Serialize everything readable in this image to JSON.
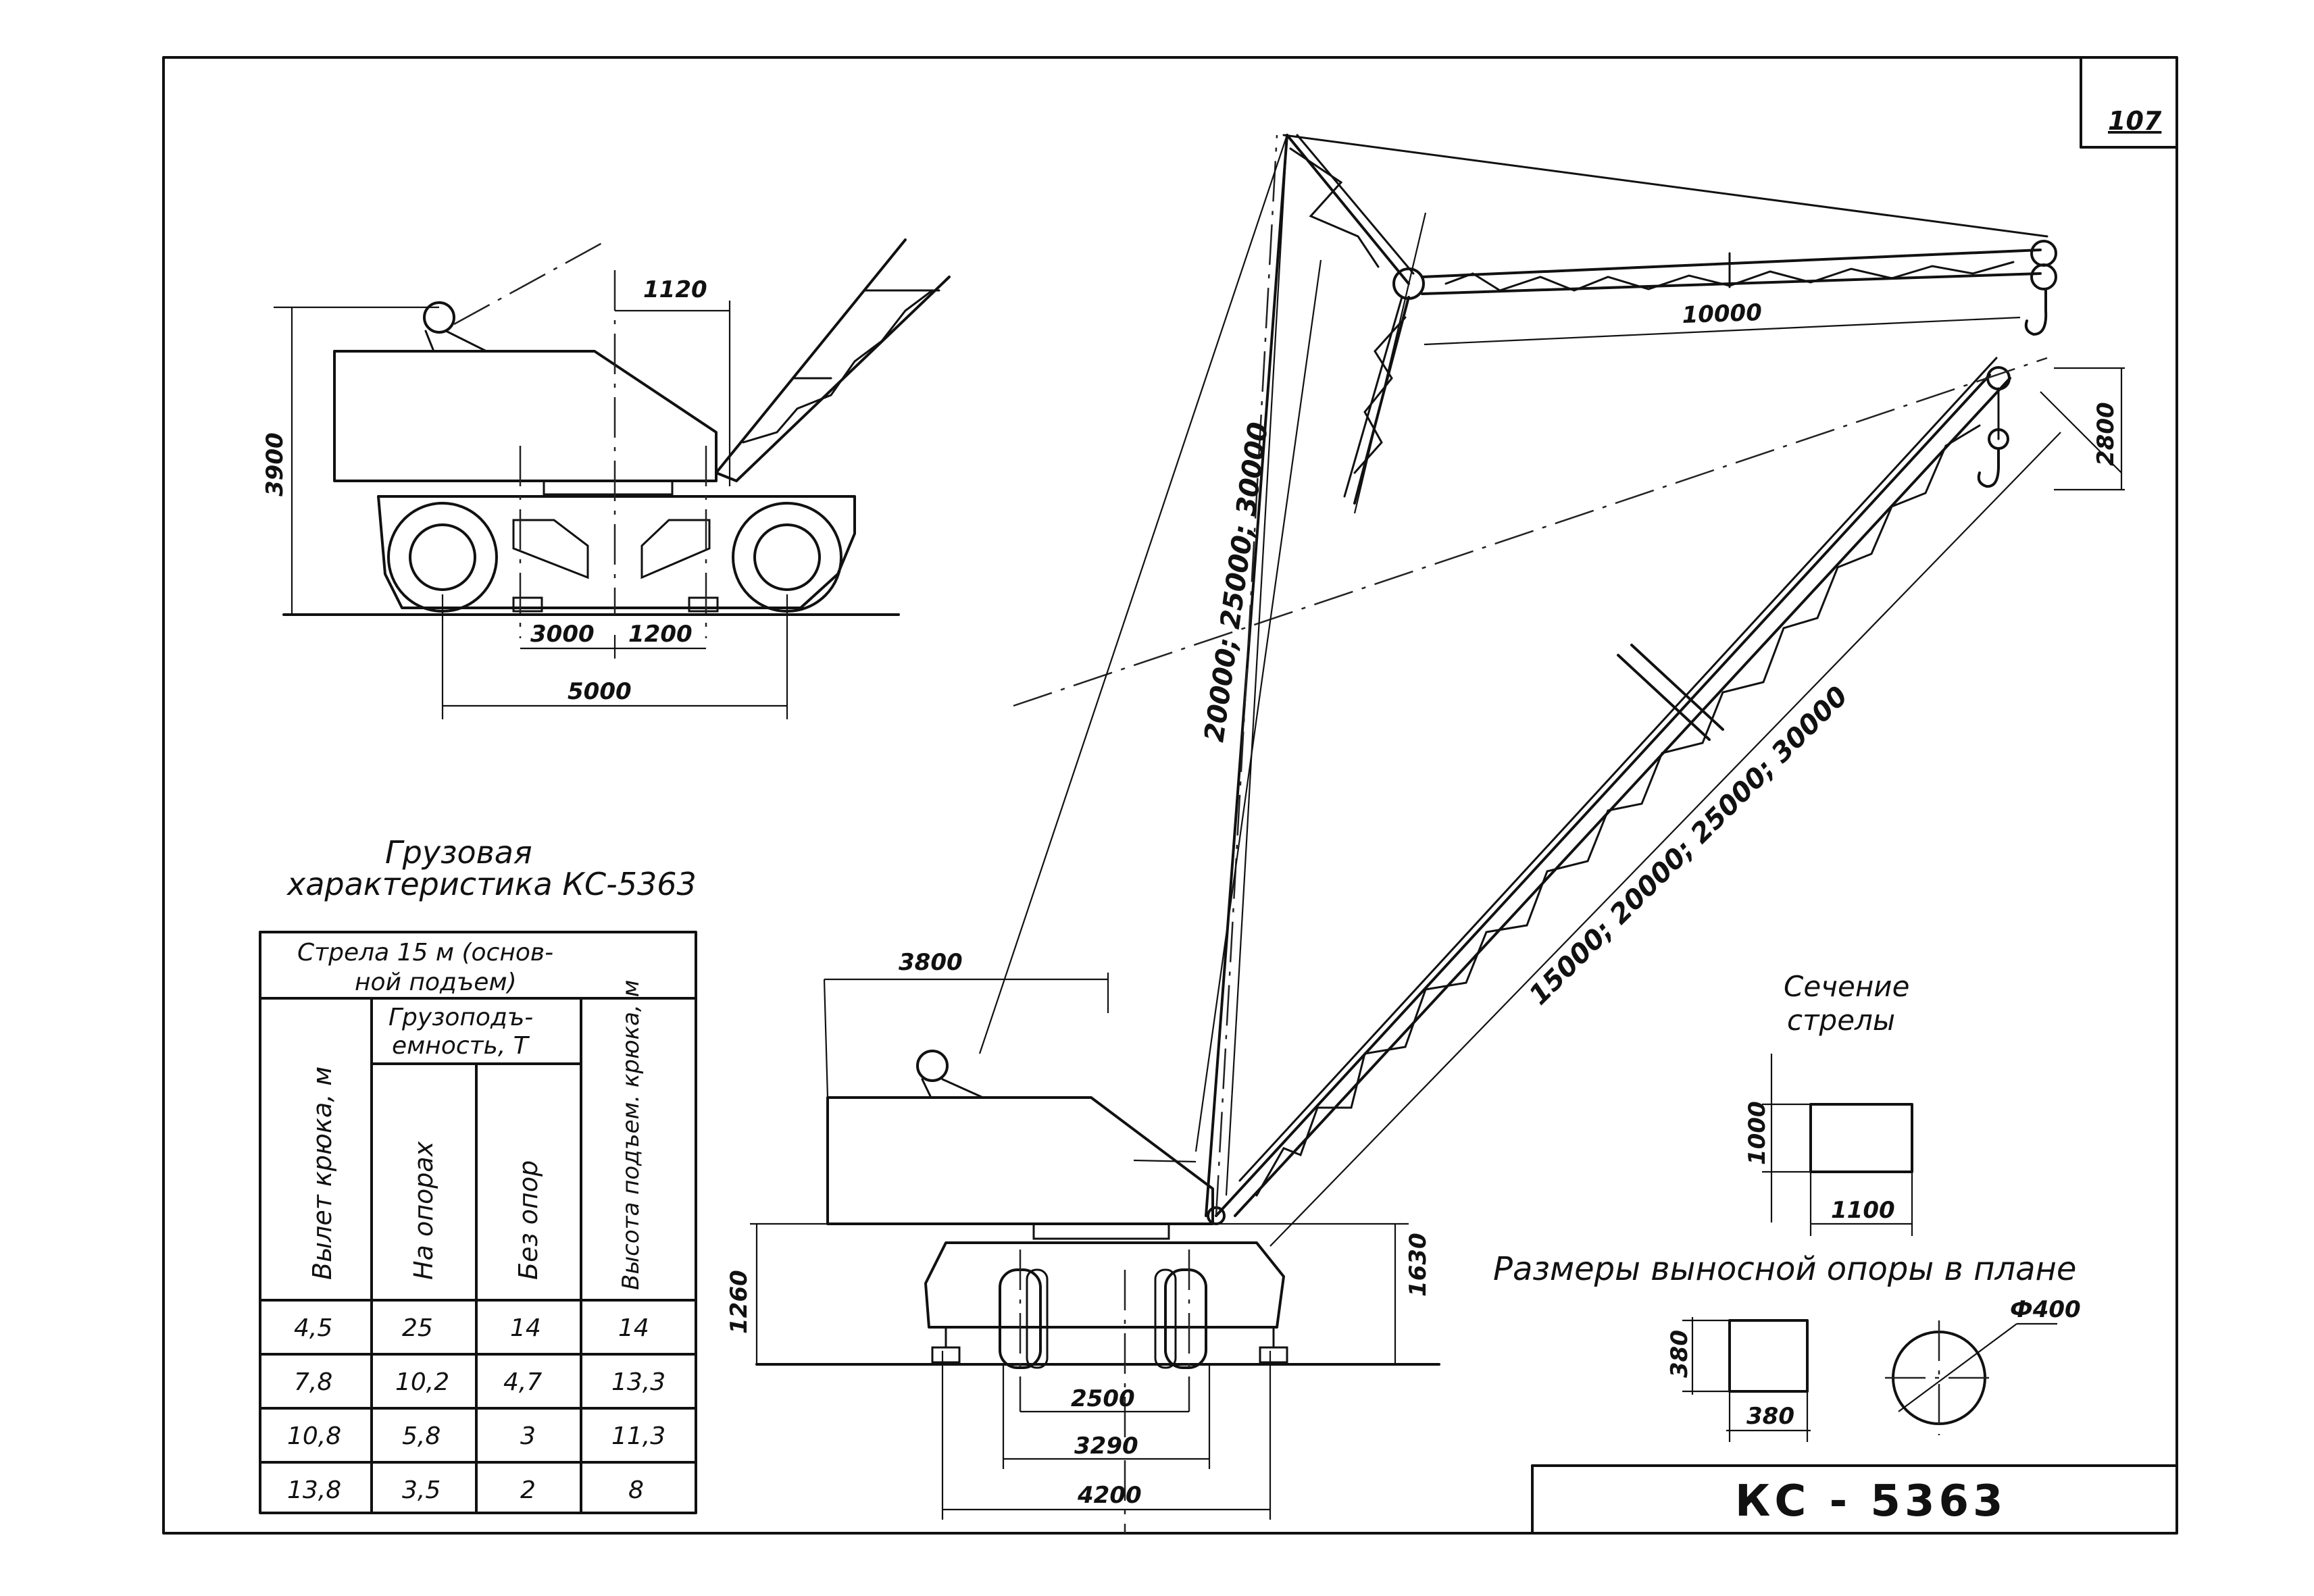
{
  "sheet": {
    "number": "107",
    "title": "КС - 5363"
  },
  "side_view_dims": {
    "width_1120": "1120",
    "height_3900": "3900",
    "span_3000": "3000",
    "span_1200": "1200",
    "span_5000": "5000"
  },
  "front_view_dims": {
    "dim_10000": "10000",
    "dim_lengths_a": "20000; 25000; 30000",
    "dim_lengths_b": "15000; 20000; 25000; 30000",
    "dim_2800": "2800",
    "dim_3800": "3800",
    "dim_1260": "1260",
    "dim_1630": "1630",
    "dim_2500": "2500",
    "dim_3290": "3290",
    "dim_4200": "4200"
  },
  "load_chart": {
    "heading_line1": "Грузовая",
    "heading_line2": "характеристика КС-5363",
    "boom_header_line1": "Стрела 15 м (основ-",
    "boom_header_line2": "ной подъем)",
    "capacity_header_line1": "Грузоподъ-",
    "capacity_header_line2": "емность, Т",
    "col_reach": "Вылет крюка, м",
    "col_on_supports": "На опорах",
    "col_no_supports": "Без опор",
    "col_hook_height": "Высота подъем. крюка, м",
    "rows": [
      [
        "4,5",
        "25",
        "14",
        "14"
      ],
      [
        "7,8",
        "10,2",
        "4,7",
        "13,3"
      ],
      [
        "10,8",
        "5,8",
        "3",
        "11,3"
      ],
      [
        "13,8",
        "3,5",
        "2",
        "8"
      ]
    ]
  },
  "boom_section": {
    "label_line1": "Сечение",
    "label_line2": "стрелы",
    "height": "1000",
    "width": "1100"
  },
  "outrigger": {
    "label": "Размеры выносной опоры в плане",
    "square_side_a": "380",
    "square_side_b": "380",
    "diameter": "Ф400"
  }
}
